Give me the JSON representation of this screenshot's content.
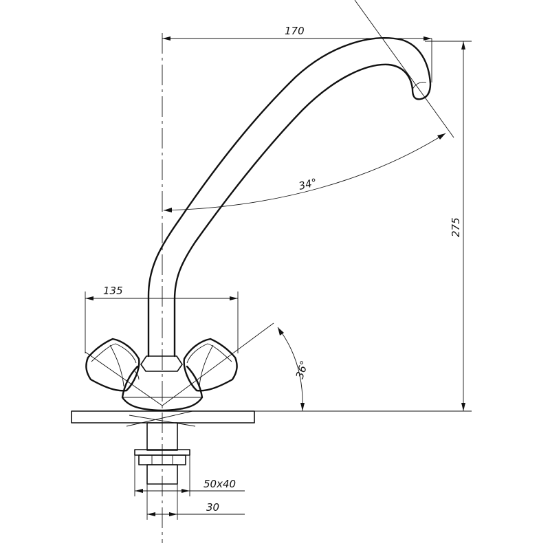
{
  "drawing": {
    "subject": "faucet-technical-drawing",
    "dimensions": {
      "spout_reach": "170",
      "total_height": "275",
      "handle_span": "135",
      "spout_angle": "34°",
      "handle_angle": "36°",
      "shank_size": "50x40",
      "shank_diameter": "30"
    },
    "colors": {
      "ink": "#111111",
      "paper": "#ffffff"
    }
  }
}
